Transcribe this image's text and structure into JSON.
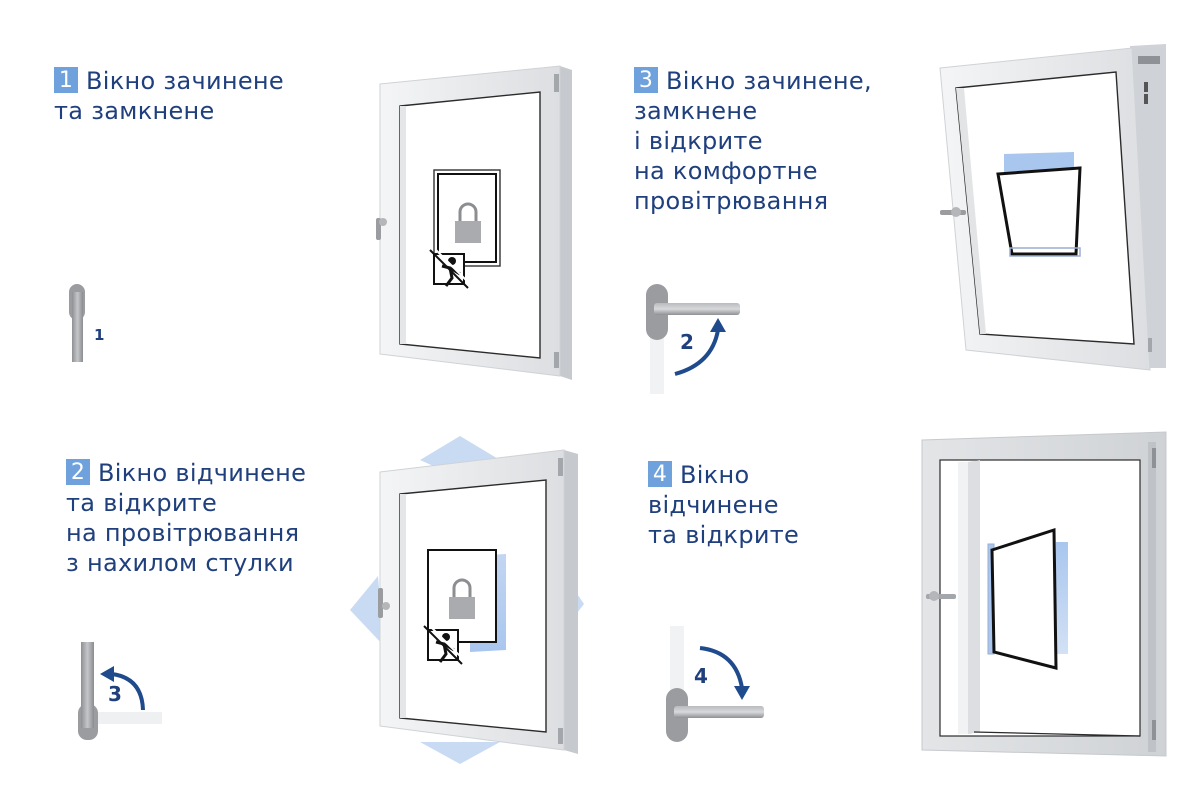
{
  "steps": [
    {
      "number": "1",
      "lines": [
        "Вікно зачинене",
        "та замкнене"
      ],
      "handle_label": "1",
      "handle_position": "down",
      "window_state": "closed-locked"
    },
    {
      "number": "2",
      "lines": [
        "Вікно відчинене",
        "та відкрите",
        "на провітрювання",
        "з нахилом стулки"
      ],
      "handle_label": "3",
      "handle_position": "up",
      "window_state": "tilt"
    },
    {
      "number": "3",
      "lines": [
        "Вікно зачинене,",
        "замкнене",
        "і відкрите",
        "на комфортне",
        "провітрювання"
      ],
      "handle_label": "2",
      "handle_position": "horizontal-from-down",
      "window_state": "micro-ventilation"
    },
    {
      "number": "4",
      "lines": [
        "Вікно",
        "відчинене",
        "та відкрите"
      ],
      "handle_label": "4",
      "handle_position": "horizontal-from-up",
      "window_state": "turn-open"
    }
  ],
  "colors": {
    "text": "#1f3f7d",
    "badge": "#6fa1dc",
    "arrow": "#1f4a8c",
    "glass_accent": "#a9c6ee",
    "handle": "#9a9c9f",
    "frame": "#e9ebed"
  },
  "icons": [
    "padlock-icon",
    "no-child-fall-icon"
  ]
}
